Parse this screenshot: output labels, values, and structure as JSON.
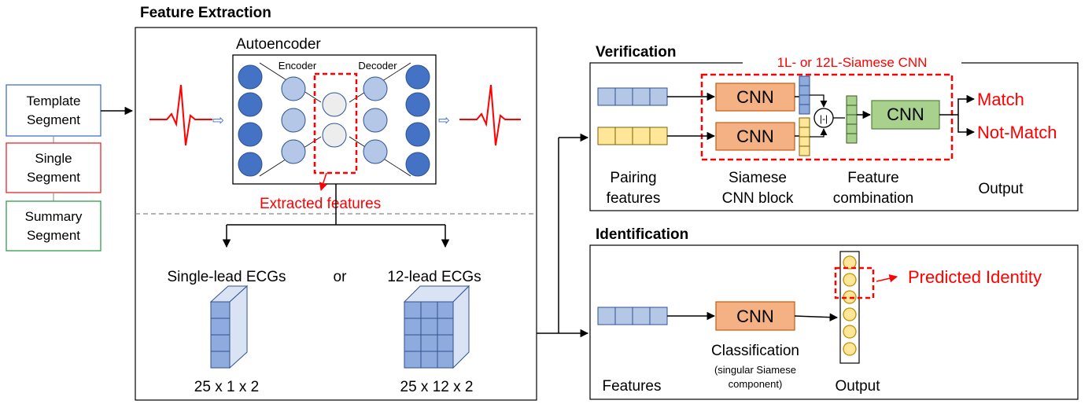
{
  "inputs": {
    "template": [
      "Template",
      "Segment"
    ],
    "single": [
      "Single",
      "Segment"
    ],
    "summary": [
      "Summary",
      "Segment"
    ],
    "colors": {
      "template": "#4472c4",
      "single": "#e8272b",
      "summary": "#2e9e4f"
    }
  },
  "feature_extraction": {
    "title": "Feature Extraction",
    "autoencoder": "Autoencoder",
    "encoder": "Encoder",
    "decoder": "Decoder",
    "extracted": "Extracted features",
    "single_lead": "Single-lead ECGs",
    "or": "or",
    "twelve_lead": "12-lead ECGs",
    "single_dim": "25 x 1 x 2",
    "twelve_dim": "25 x 12 x 2"
  },
  "verification": {
    "title": "Verification",
    "siamese_label": "1L- or 12L-Siamese CNN",
    "cnn": "CNN",
    "abs_diff": "|-|",
    "match": "Match",
    "not_match": "Not-Match",
    "pairing": [
      "Pairing",
      "features"
    ],
    "siamese_block": [
      "Siamese",
      "CNN block"
    ],
    "combination": [
      "Feature",
      "combination"
    ],
    "output": "Output"
  },
  "identification": {
    "title": "Identification",
    "cnn": "CNN",
    "predicted": "Predicted Identity",
    "features": "Features",
    "classification": "Classification",
    "sub": [
      "(singular Siamese",
      "component)"
    ],
    "output": "Output"
  },
  "colors": {
    "accent_red": "#ff0000",
    "node_dark": "#4472c4",
    "node_light": "#b4c7e7",
    "node_pale": "#ededed",
    "cnn_orange": "#f4b183",
    "cnn_green": "#a9d18e",
    "feat_blue": "#b4c7e7",
    "feat_yellow": "#ffe699"
  }
}
